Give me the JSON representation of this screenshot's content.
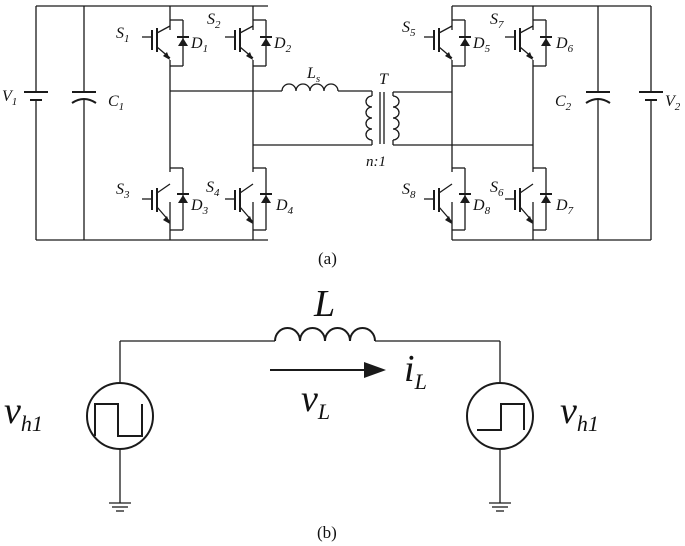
{
  "figure_a": {
    "caption": "(a)",
    "labels": {
      "V1": {
        "main": "V",
        "sub": "1"
      },
      "C1": {
        "main": "C",
        "sub": "1"
      },
      "S1": {
        "main": "S",
        "sub": "1"
      },
      "D1": {
        "main": "D",
        "sub": "1"
      },
      "S2": {
        "main": "S",
        "sub": "2"
      },
      "D2": {
        "main": "D",
        "sub": "2"
      },
      "S3": {
        "main": "S",
        "sub": "3"
      },
      "D3": {
        "main": "D",
        "sub": "3"
      },
      "S4": {
        "main": "S",
        "sub": "4"
      },
      "D4": {
        "main": "D",
        "sub": "4"
      },
      "Ls": {
        "main": "L",
        "sub": "s"
      },
      "T": {
        "main": "T",
        "sub": ""
      },
      "ratio": {
        "main": "n:1",
        "sub": ""
      },
      "S5": {
        "main": "S",
        "sub": "5"
      },
      "D5": {
        "main": "D",
        "sub": "5"
      },
      "S7": {
        "main": "S",
        "sub": "7"
      },
      "D6": {
        "main": "D",
        "sub": "6"
      },
      "S8": {
        "main": "S",
        "sub": "8"
      },
      "D8": {
        "main": "D",
        "sub": "8"
      },
      "S6": {
        "main": "S",
        "sub": "6"
      },
      "D7": {
        "main": "D",
        "sub": "7"
      },
      "C2": {
        "main": "C",
        "sub": "2"
      },
      "V2": {
        "main": "V",
        "sub": "2"
      }
    }
  },
  "figure_b": {
    "caption": "(b)",
    "labels": {
      "L": {
        "main": "L",
        "sub": ""
      },
      "vL": {
        "main": "v",
        "sub": "L"
      },
      "iL": {
        "main": "i",
        "sub": "L"
      },
      "vh1_left": {
        "main": "v",
        "sub": "h1"
      },
      "vh1_right": {
        "main": "v",
        "sub": "h1"
      }
    }
  }
}
